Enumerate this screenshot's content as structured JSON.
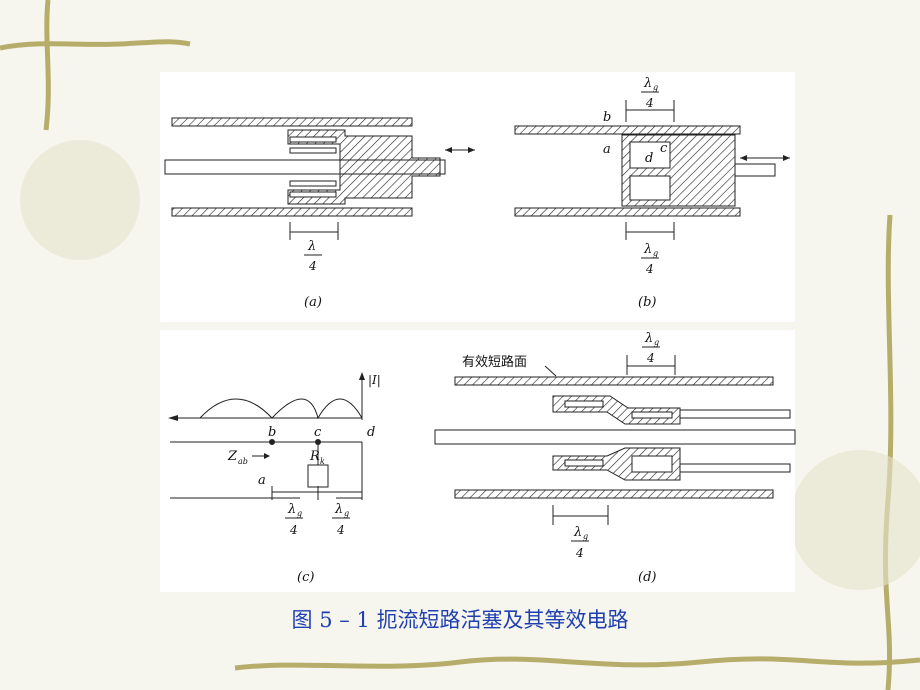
{
  "colors": {
    "background": "#f6f6ee",
    "vine": "#b7ad6b",
    "caption": "#1f3fb0",
    "hatch": "#222222"
  },
  "figure_a": {
    "label": "(a)",
    "dim_num": "λ",
    "dim_den": "4"
  },
  "figure_b": {
    "label": "(b)",
    "pt_a": "a",
    "pt_b": "b",
    "pt_c": "c",
    "pt_d": "d",
    "dim_num": "λ",
    "dim_sub": "g",
    "dim_den": "4"
  },
  "figure_c": {
    "label": "(c)",
    "current": "|I|",
    "pt_a": "a",
    "pt_b": "b",
    "pt_c": "c",
    "pt_d": "d",
    "z": "Z",
    "z_sub": "ab",
    "r": "R",
    "r_sub": "k",
    "dim_num": "λ",
    "dim_sub": "g",
    "dim_den": "4"
  },
  "figure_d": {
    "label": "(d)",
    "callout": "有效短路面",
    "dim_num": "λ",
    "dim_sub": "g",
    "dim_den": "4"
  },
  "caption": "图 5 – 1  扼流短路活塞及其等效电路"
}
